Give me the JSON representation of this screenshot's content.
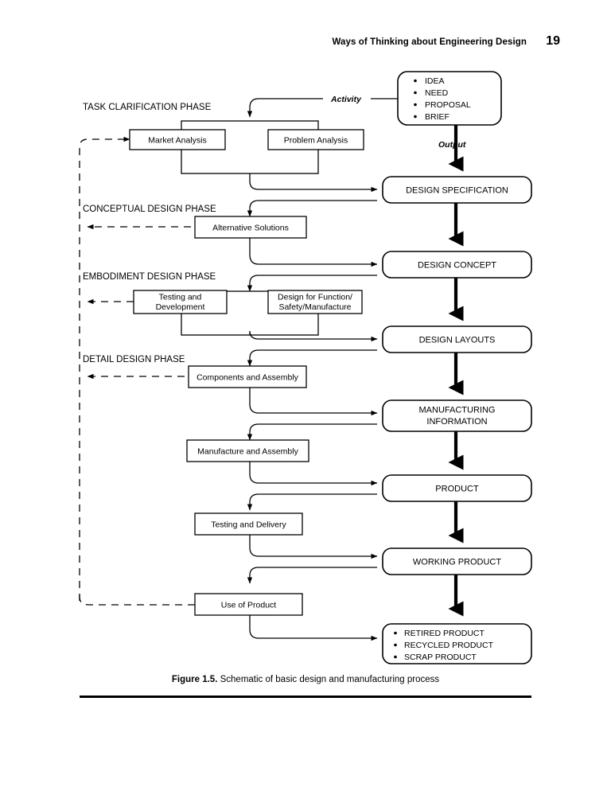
{
  "header": {
    "running_title": "Ways of Thinking about Engineering Design",
    "page_number": "19"
  },
  "figure": {
    "caption_label": "Figure 1.5.",
    "caption_text": "Schematic of basic design and manufacturing process"
  },
  "labels": {
    "activity": "Activity",
    "output": "Output"
  },
  "phases": [
    {
      "name": "TASK CLARIFICATION PHASE"
    },
    {
      "name": "CONCEPTUAL DESIGN PHASE"
    },
    {
      "name": "EMBODIMENT DESIGN PHASE"
    },
    {
      "name": "DETAIL DESIGN PHASE"
    }
  ],
  "input_box": {
    "bullets": [
      "IDEA",
      "NEED",
      "PROPOSAL",
      "BRIEF"
    ]
  },
  "activity_boxes": [
    {
      "id": "market-analysis",
      "line1": "Market Analysis",
      "line2": ""
    },
    {
      "id": "problem-analysis",
      "line1": "Problem Analysis",
      "line2": ""
    },
    {
      "id": "alternative-solutions",
      "line1": "Alternative Solutions",
      "line2": ""
    },
    {
      "id": "testing-and-development",
      "line1": "Testing and",
      "line2": "Development"
    },
    {
      "id": "design-for-function",
      "line1": "Design for Function/",
      "line2": "Safety/Manufacture"
    },
    {
      "id": "components-and-assembly",
      "line1": "Components and Assembly",
      "line2": ""
    },
    {
      "id": "manufacture-and-assembly",
      "line1": "Manufacture and Assembly",
      "line2": ""
    },
    {
      "id": "testing-and-delivery",
      "line1": "Testing and Delivery",
      "line2": ""
    },
    {
      "id": "use-of-product",
      "line1": "Use of Product",
      "line2": ""
    }
  ],
  "output_boxes": [
    {
      "id": "design-specification",
      "line1": "DESIGN SPECIFICATION",
      "line2": ""
    },
    {
      "id": "design-concept",
      "line1": "DESIGN CONCEPT",
      "line2": ""
    },
    {
      "id": "design-layouts",
      "line1": "DESIGN LAYOUTS",
      "line2": ""
    },
    {
      "id": "manufacturing-information",
      "line1": "MANUFACTURING",
      "line2": "INFORMATION"
    },
    {
      "id": "product",
      "line1": "PRODUCT",
      "line2": ""
    },
    {
      "id": "working-product",
      "line1": "WORKING PRODUCT",
      "line2": ""
    }
  ],
  "final_box": {
    "bullets": [
      "RETIRED PRODUCT",
      "RECYCLED PRODUCT",
      "SCRAP PRODUCT"
    ]
  },
  "colors": {
    "stroke": "#000000",
    "background": "#ffffff"
  }
}
